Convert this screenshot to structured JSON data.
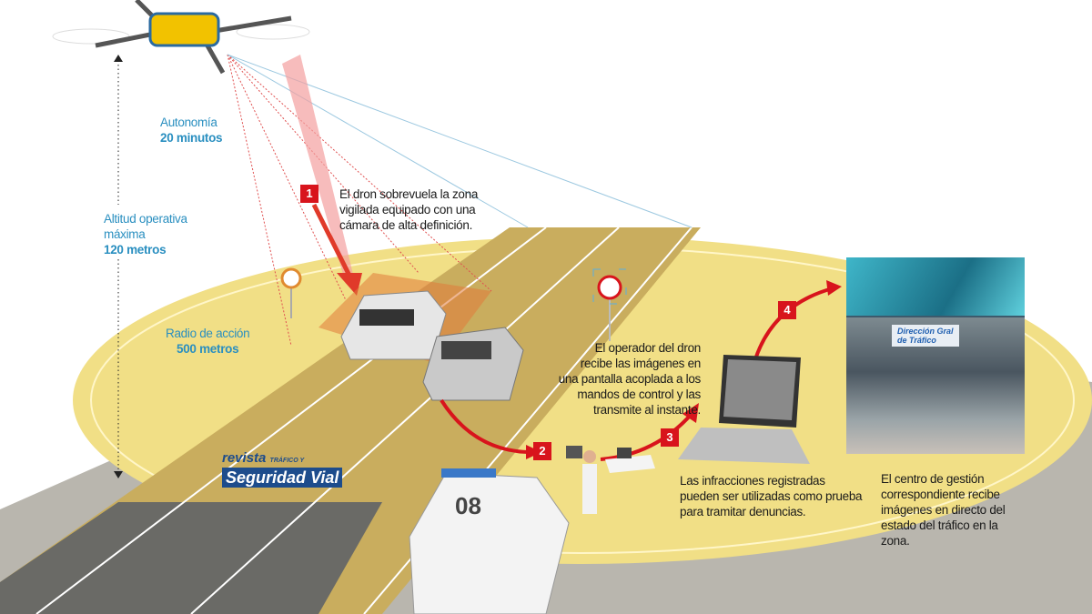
{
  "labels": {
    "autonomy_title": "Autonomía",
    "autonomy_value": "20 minutos",
    "altitude_title_1": "Altitud operativa",
    "altitude_title_2": "máxima",
    "altitude_value": "120 metros",
    "radius_title": "Radio de acción",
    "radius_value": "500 metros"
  },
  "steps": [
    {
      "number": "1",
      "text": [
        "El dron sobrevuela la zona",
        "vigilada equipado con una",
        "cámara de alta definición."
      ]
    },
    {
      "number": "2",
      "text": [
        "El operador del dron",
        "recibe las imágenes en",
        "una pantalla acoplada a los",
        "mandos de control y las",
        "transmite al instante."
      ]
    },
    {
      "number": "3",
      "text": [
        "Las  infracciones registradas",
        "pueden ser utilizadas como prueba",
        "para tramitar denuncias."
      ]
    },
    {
      "number": "4",
      "text": [
        "El centro de gestión",
        "correspondiente recibe",
        "imágenes en directo del",
        "estado del tráfico en la",
        "zona."
      ]
    }
  ],
  "logo": {
    "line1": "revista",
    "line1b": "TRÁFICO Y",
    "line2": "Seguridad Vial"
  },
  "van_number": "08",
  "photo_logo": [
    "Dirección Gral",
    "de Tráfico"
  ],
  "colors": {
    "accent_red": "#d8141c",
    "label_blue": "#2a8fc0",
    "zone_yellow": "#f1df86"
  }
}
